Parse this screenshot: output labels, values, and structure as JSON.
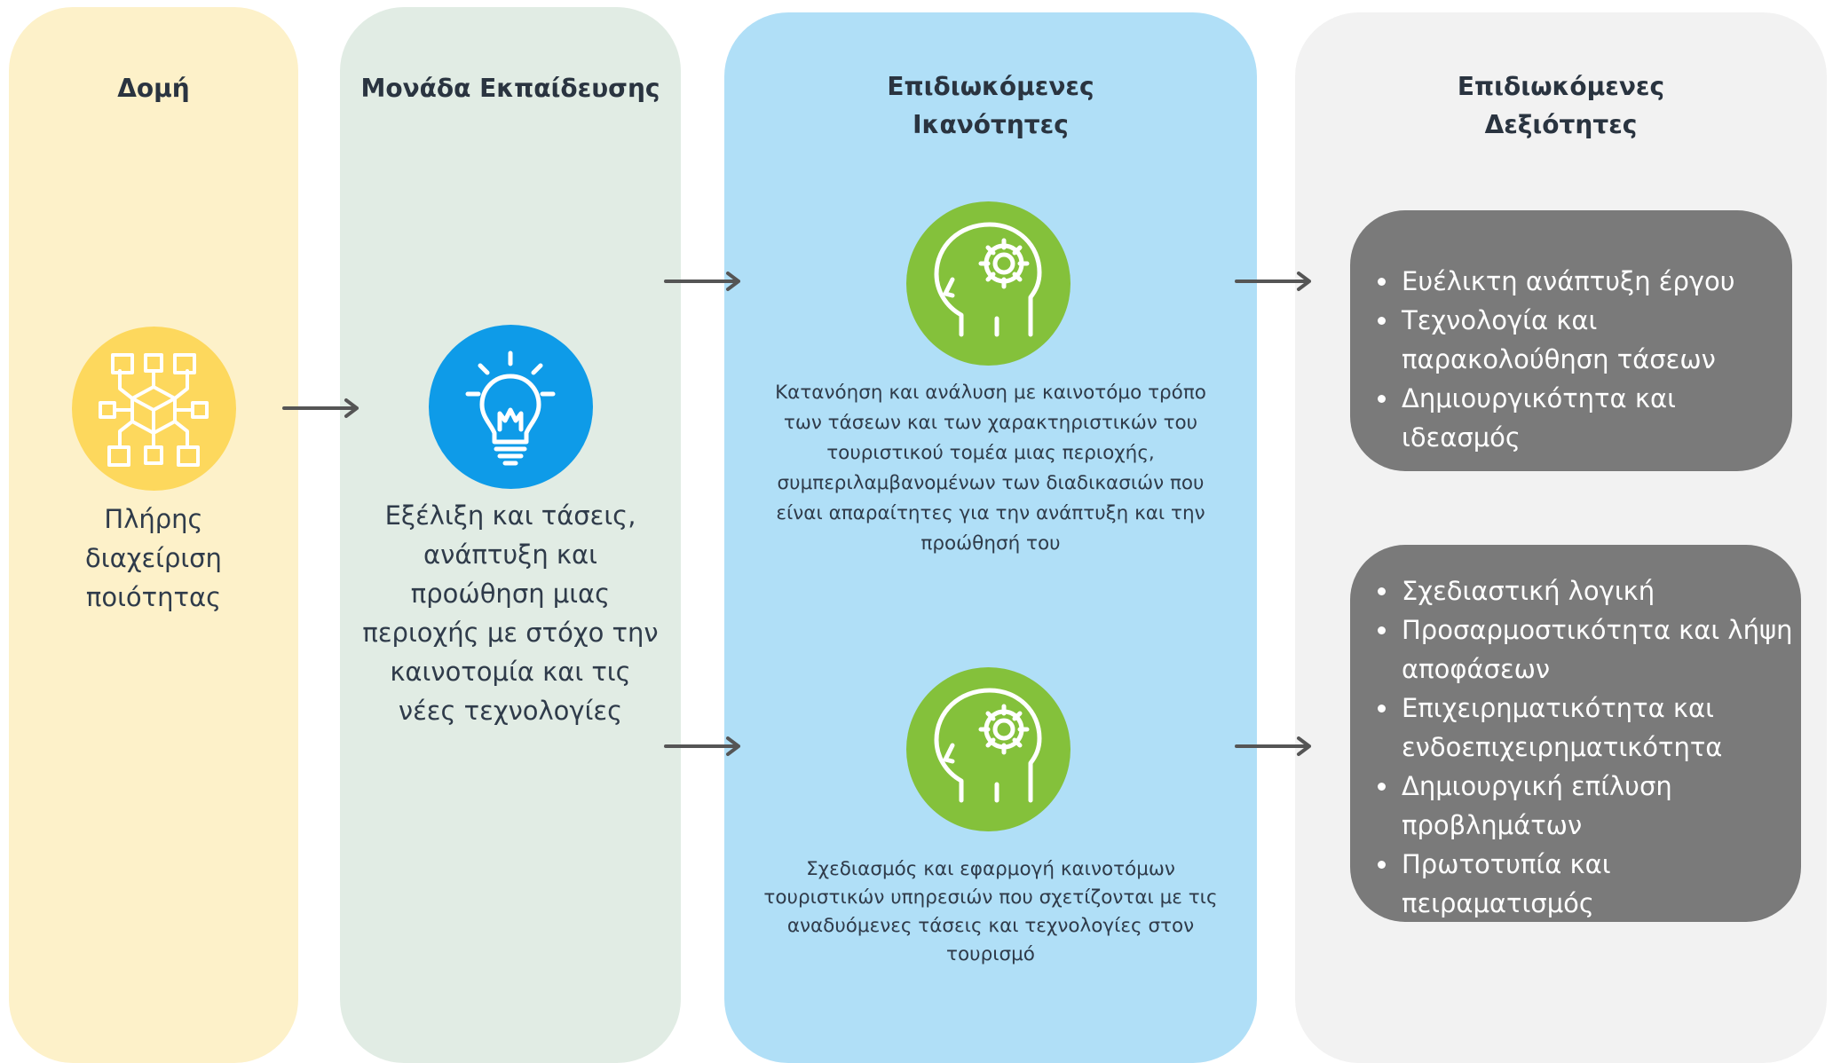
{
  "columns": {
    "structure": {
      "title": "Δομή",
      "text": "Πλήρης διαχείριση ποιότητας",
      "icon": "network-cube-icon",
      "bg": "#fdf1c9",
      "circle": "#fdd85d"
    },
    "unit": {
      "title": "Μονάδα Εκπαίδευσης",
      "text": "Εξέλιξη και τάσεις, ανάπτυξη και προώθηση μιας περιοχής με στόχο την καινοτομία και τις νέες τεχνολογίες",
      "icon": "lightbulb-icon",
      "bg": "#e1ece4",
      "circle": "#0e9be8"
    },
    "competences": {
      "title_line1": "Επιδιωκόμενες",
      "title_line2": "Ικανότητες",
      "bg": "#b0dff7",
      "circle": "#84c13b",
      "items": [
        {
          "icon": "head-gear-icon",
          "text": "Κατανόηση και ανάλυση με καινοτόμο τρόπο των τάσεων και των χαρακτηριστικών του τουριστικού τομέα μιας περιοχής, συμπεριλαμβανομένων των διαδικασιών που είναι απαραίτητες για την ανάπτυξη και την προώθησή του"
        },
        {
          "icon": "head-gear-icon",
          "text": "Σχεδιασμός και εφαρμογή καινοτόμων τουριστικών υπηρεσιών που σχετίζονται με τις αναδυόμενες τάσεις και τεχνολογίες στον τουρισμό"
        }
      ]
    },
    "skills": {
      "title_line1": "Επιδιωκόμενες",
      "title_line2": "Δεξιότητες",
      "bg": "#f2f2f2",
      "box": "#7a7a7a",
      "group1": [
        "Ευέλικτη ανάπτυξη έργου",
        "Τεχνολογία και παρακολούθηση τάσεων",
        "Δημιουργικότητα και ιδεασμός"
      ],
      "group2": [
        "Σχεδιαστική λογική",
        "Προσαρμοστικότητα και λήψη αποφάσεων",
        "Επιχειρηματικότητα και ενδοεπιχειρηματικότητα",
        "Δημιουργική επίλυση προβλημάτων",
        "Πρωτοτυπία και πειραματισμός"
      ]
    }
  },
  "arrow_color": "#555555"
}
